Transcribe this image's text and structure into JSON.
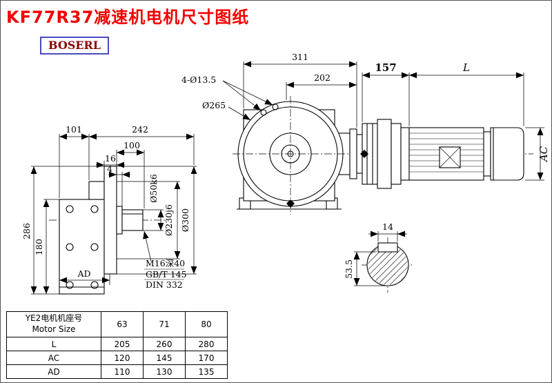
{
  "title": "KF77R37减速机电机尺寸图纸",
  "brand": "BOSERL",
  "front_view": {
    "d311": "311",
    "d202": "202",
    "holes": "4-Ø13.5",
    "flange": "Ø265",
    "d157": "157",
    "dL": "L",
    "dAC": "AC"
  },
  "side_view": {
    "d101": "101",
    "d242": "242",
    "d100": "100",
    "d16": "16",
    "d4": "4",
    "d286": "286",
    "d180": "180",
    "dAD": "AD",
    "shaft": "Ø50k6",
    "spigot": "Ø230j6",
    "flange": "Ø300",
    "note1": "M16深40",
    "note2": "GB/T 145",
    "note3": "DIN 332"
  },
  "section_view": {
    "d14": "14",
    "d53": "53.5"
  },
  "table": {
    "header_line1": "YE2电机机座号",
    "header_line2": "Motor Size",
    "sizes": [
      "63",
      "71",
      "80"
    ],
    "rows": [
      {
        "label": "L",
        "values": [
          "205",
          "260",
          "280"
        ]
      },
      {
        "label": "AC",
        "values": [
          "120",
          "145",
          "170"
        ]
      },
      {
        "label": "AD",
        "values": [
          "110",
          "130",
          "135"
        ]
      }
    ]
  },
  "colors": {
    "title_red": "#f30000",
    "brand_text": "#8b0000",
    "brand_border": "#4a4ac0",
    "line": "#000000"
  }
}
